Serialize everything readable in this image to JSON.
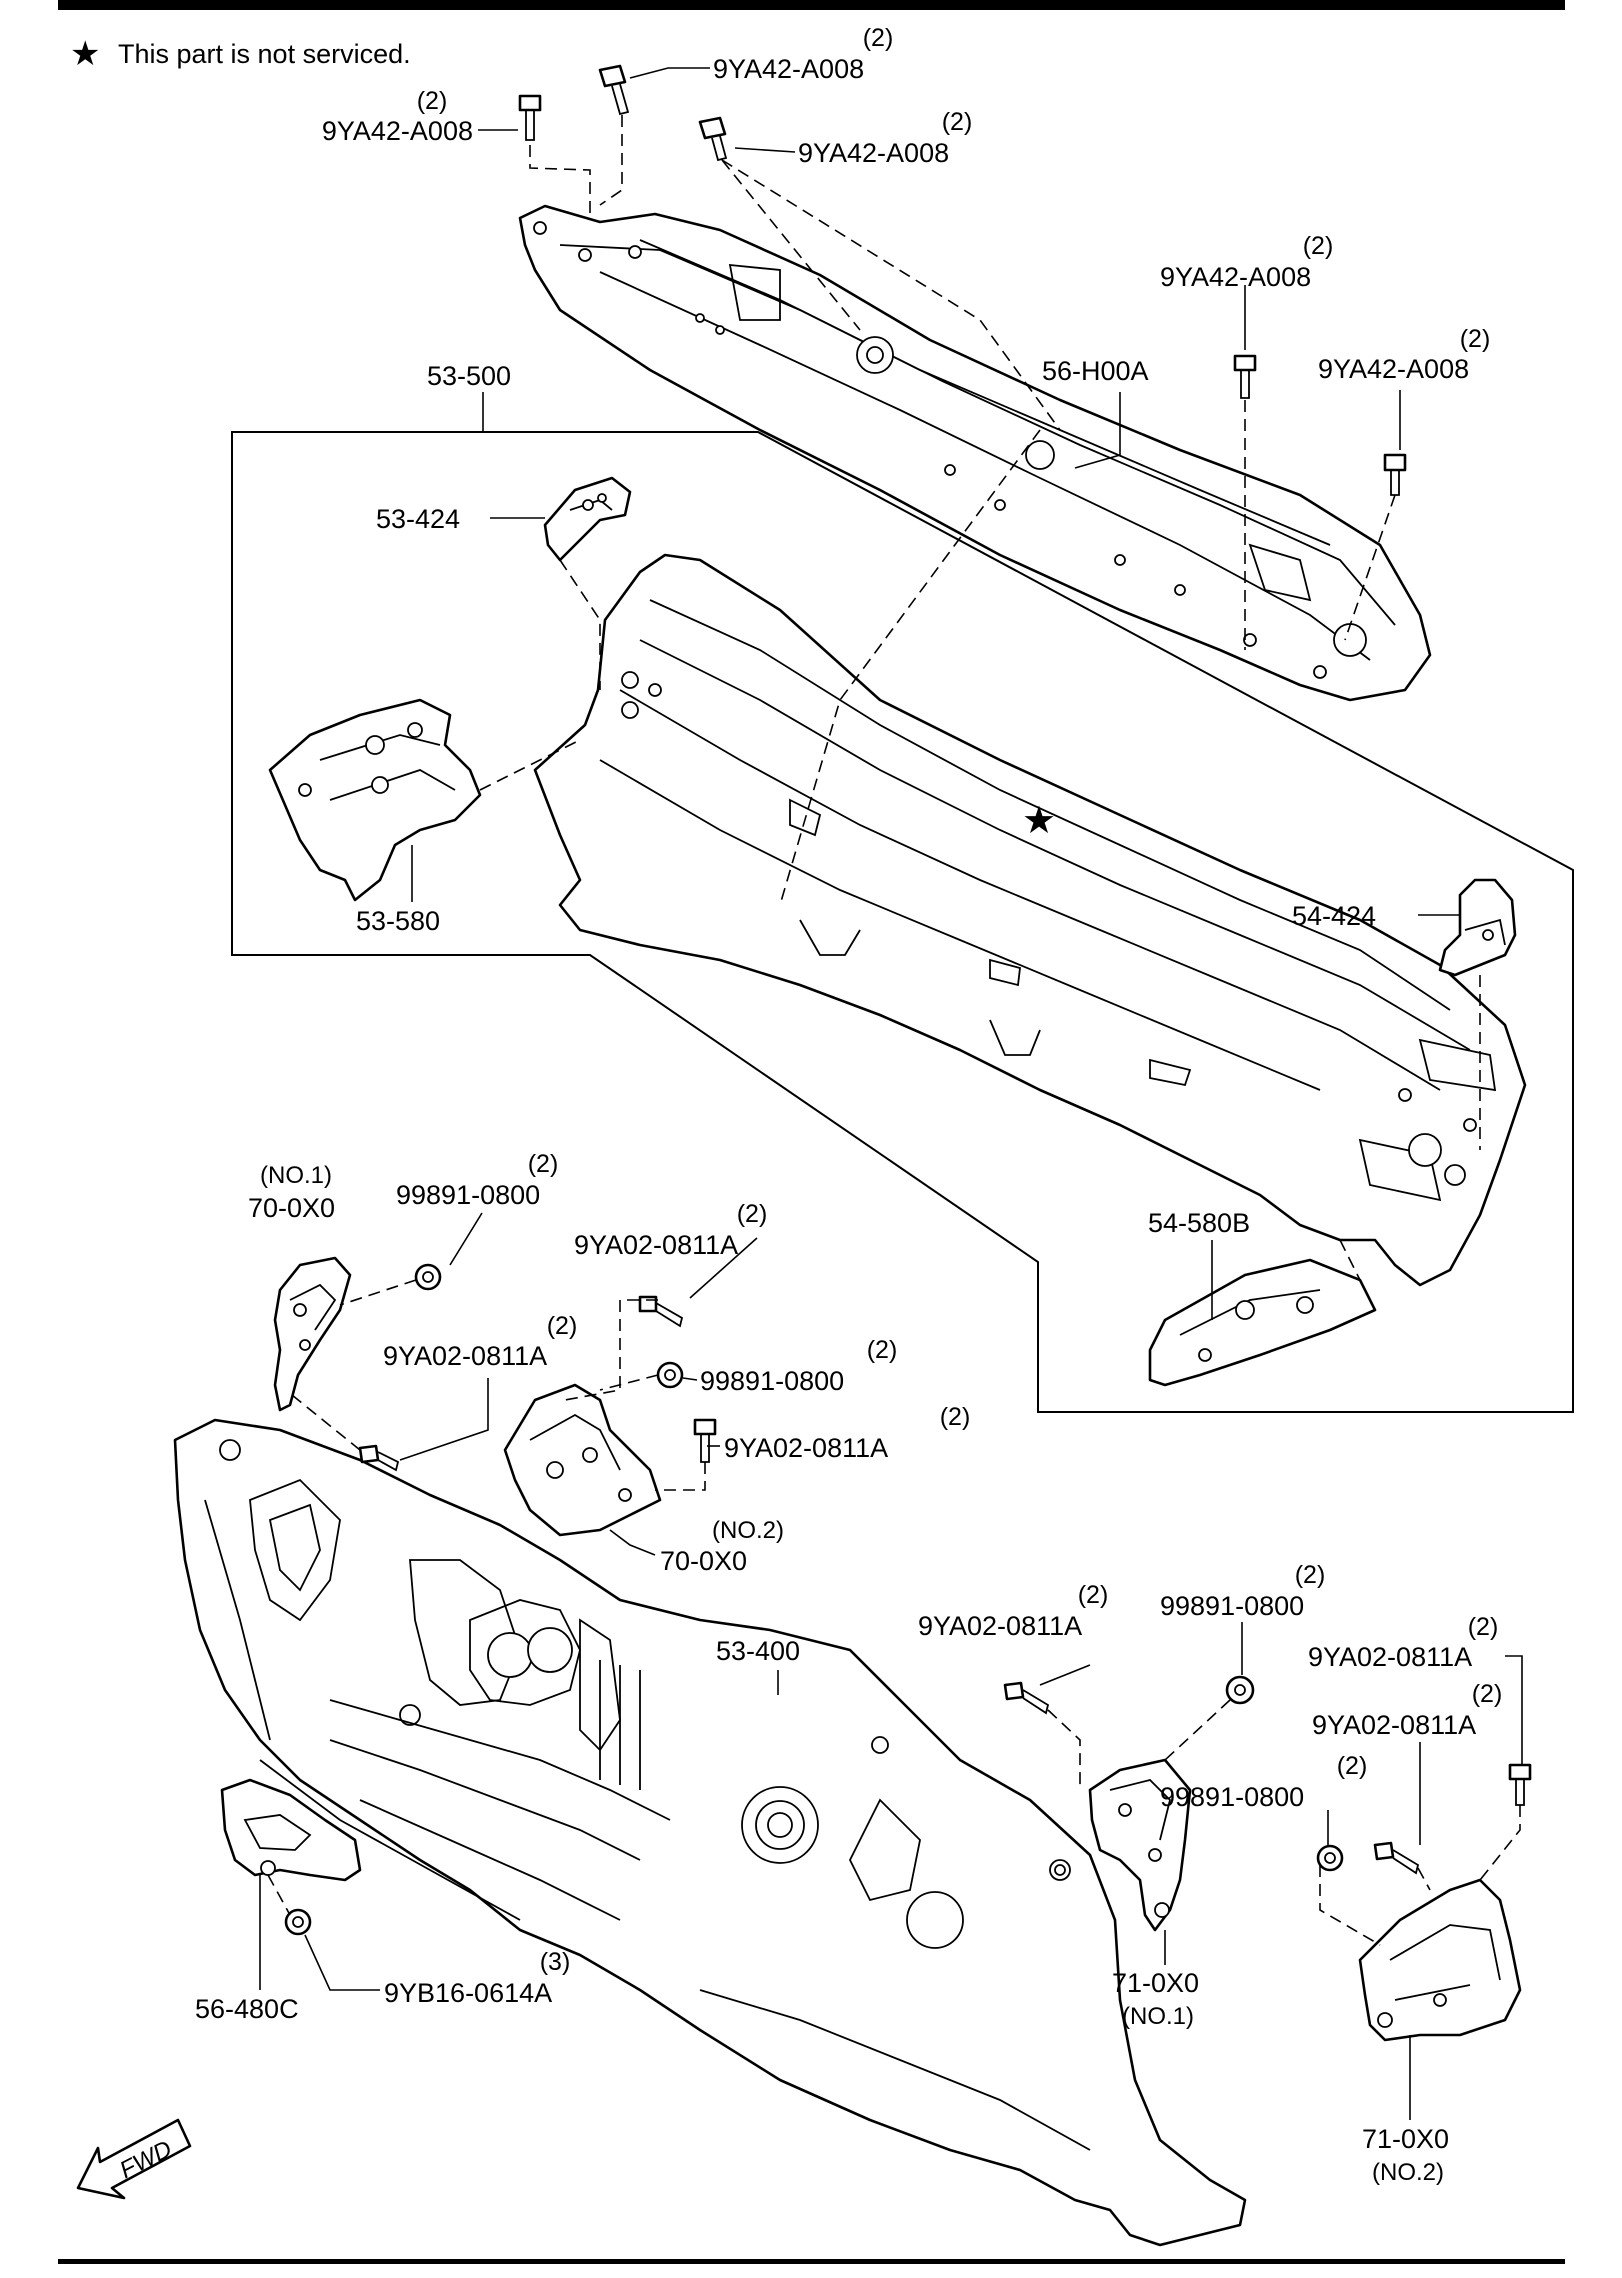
{
  "note": {
    "text": "This part is not serviced.",
    "symbol": "★"
  },
  "star_marker": "★",
  "fwd_label": "FWD",
  "callouts": [
    {
      "id": "c1",
      "part": "9YA42-A008",
      "qty": "(2)"
    },
    {
      "id": "c2",
      "part": "9YA42-A008",
      "qty": "(2)"
    },
    {
      "id": "c3",
      "part": "9YA42-A008",
      "qty": "(2)"
    },
    {
      "id": "c4",
      "part": "9YA42-A008",
      "qty": "(2)"
    },
    {
      "id": "c5",
      "part": "9YA42-A008",
      "qty": "(2)"
    },
    {
      "id": "c6",
      "part": "56-H00A"
    },
    {
      "id": "c7",
      "part": "53-500"
    },
    {
      "id": "c8",
      "part": "53-424"
    },
    {
      "id": "c9",
      "part": "53-580"
    },
    {
      "id": "c10",
      "part": "54-424"
    },
    {
      "id": "c11",
      "part": "54-580B"
    },
    {
      "id": "c12",
      "part": "70-0X0",
      "sub": "(NO.1)"
    },
    {
      "id": "c13",
      "part": "99891-0800",
      "qty": "(2)"
    },
    {
      "id": "c14",
      "part": "9YA02-0811A",
      "qty": "(2)"
    },
    {
      "id": "c15",
      "part": "9YA02-0811A",
      "qty": "(2)"
    },
    {
      "id": "c16",
      "part": "99891-0800",
      "qty": "(2)"
    },
    {
      "id": "c17",
      "part": "9YA02-0811A",
      "qty": "(2)"
    },
    {
      "id": "c18",
      "part": "70-0X0",
      "sub": "(NO.2)"
    },
    {
      "id": "c19",
      "part": "53-400"
    },
    {
      "id": "c20",
      "part": "9YA02-0811A",
      "qty": "(2)"
    },
    {
      "id": "c21",
      "part": "99891-0800",
      "qty": "(2)"
    },
    {
      "id": "c22",
      "part": "9YA02-0811A",
      "qty": "(2)"
    },
    {
      "id": "c23",
      "part": "9YA02-0811A",
      "qty": "(2)"
    },
    {
      "id": "c24",
      "part": "99891-0800",
      "qty": "(2)"
    },
    {
      "id": "c25",
      "part": "56-480C"
    },
    {
      "id": "c26",
      "part": "9YB16-0614A",
      "qty": "(3)"
    },
    {
      "id": "c27",
      "part": "71-0X0",
      "sub": "(NO.1)"
    },
    {
      "id": "c28",
      "part": "71-0X0",
      "sub": "(NO.2)"
    }
  ]
}
